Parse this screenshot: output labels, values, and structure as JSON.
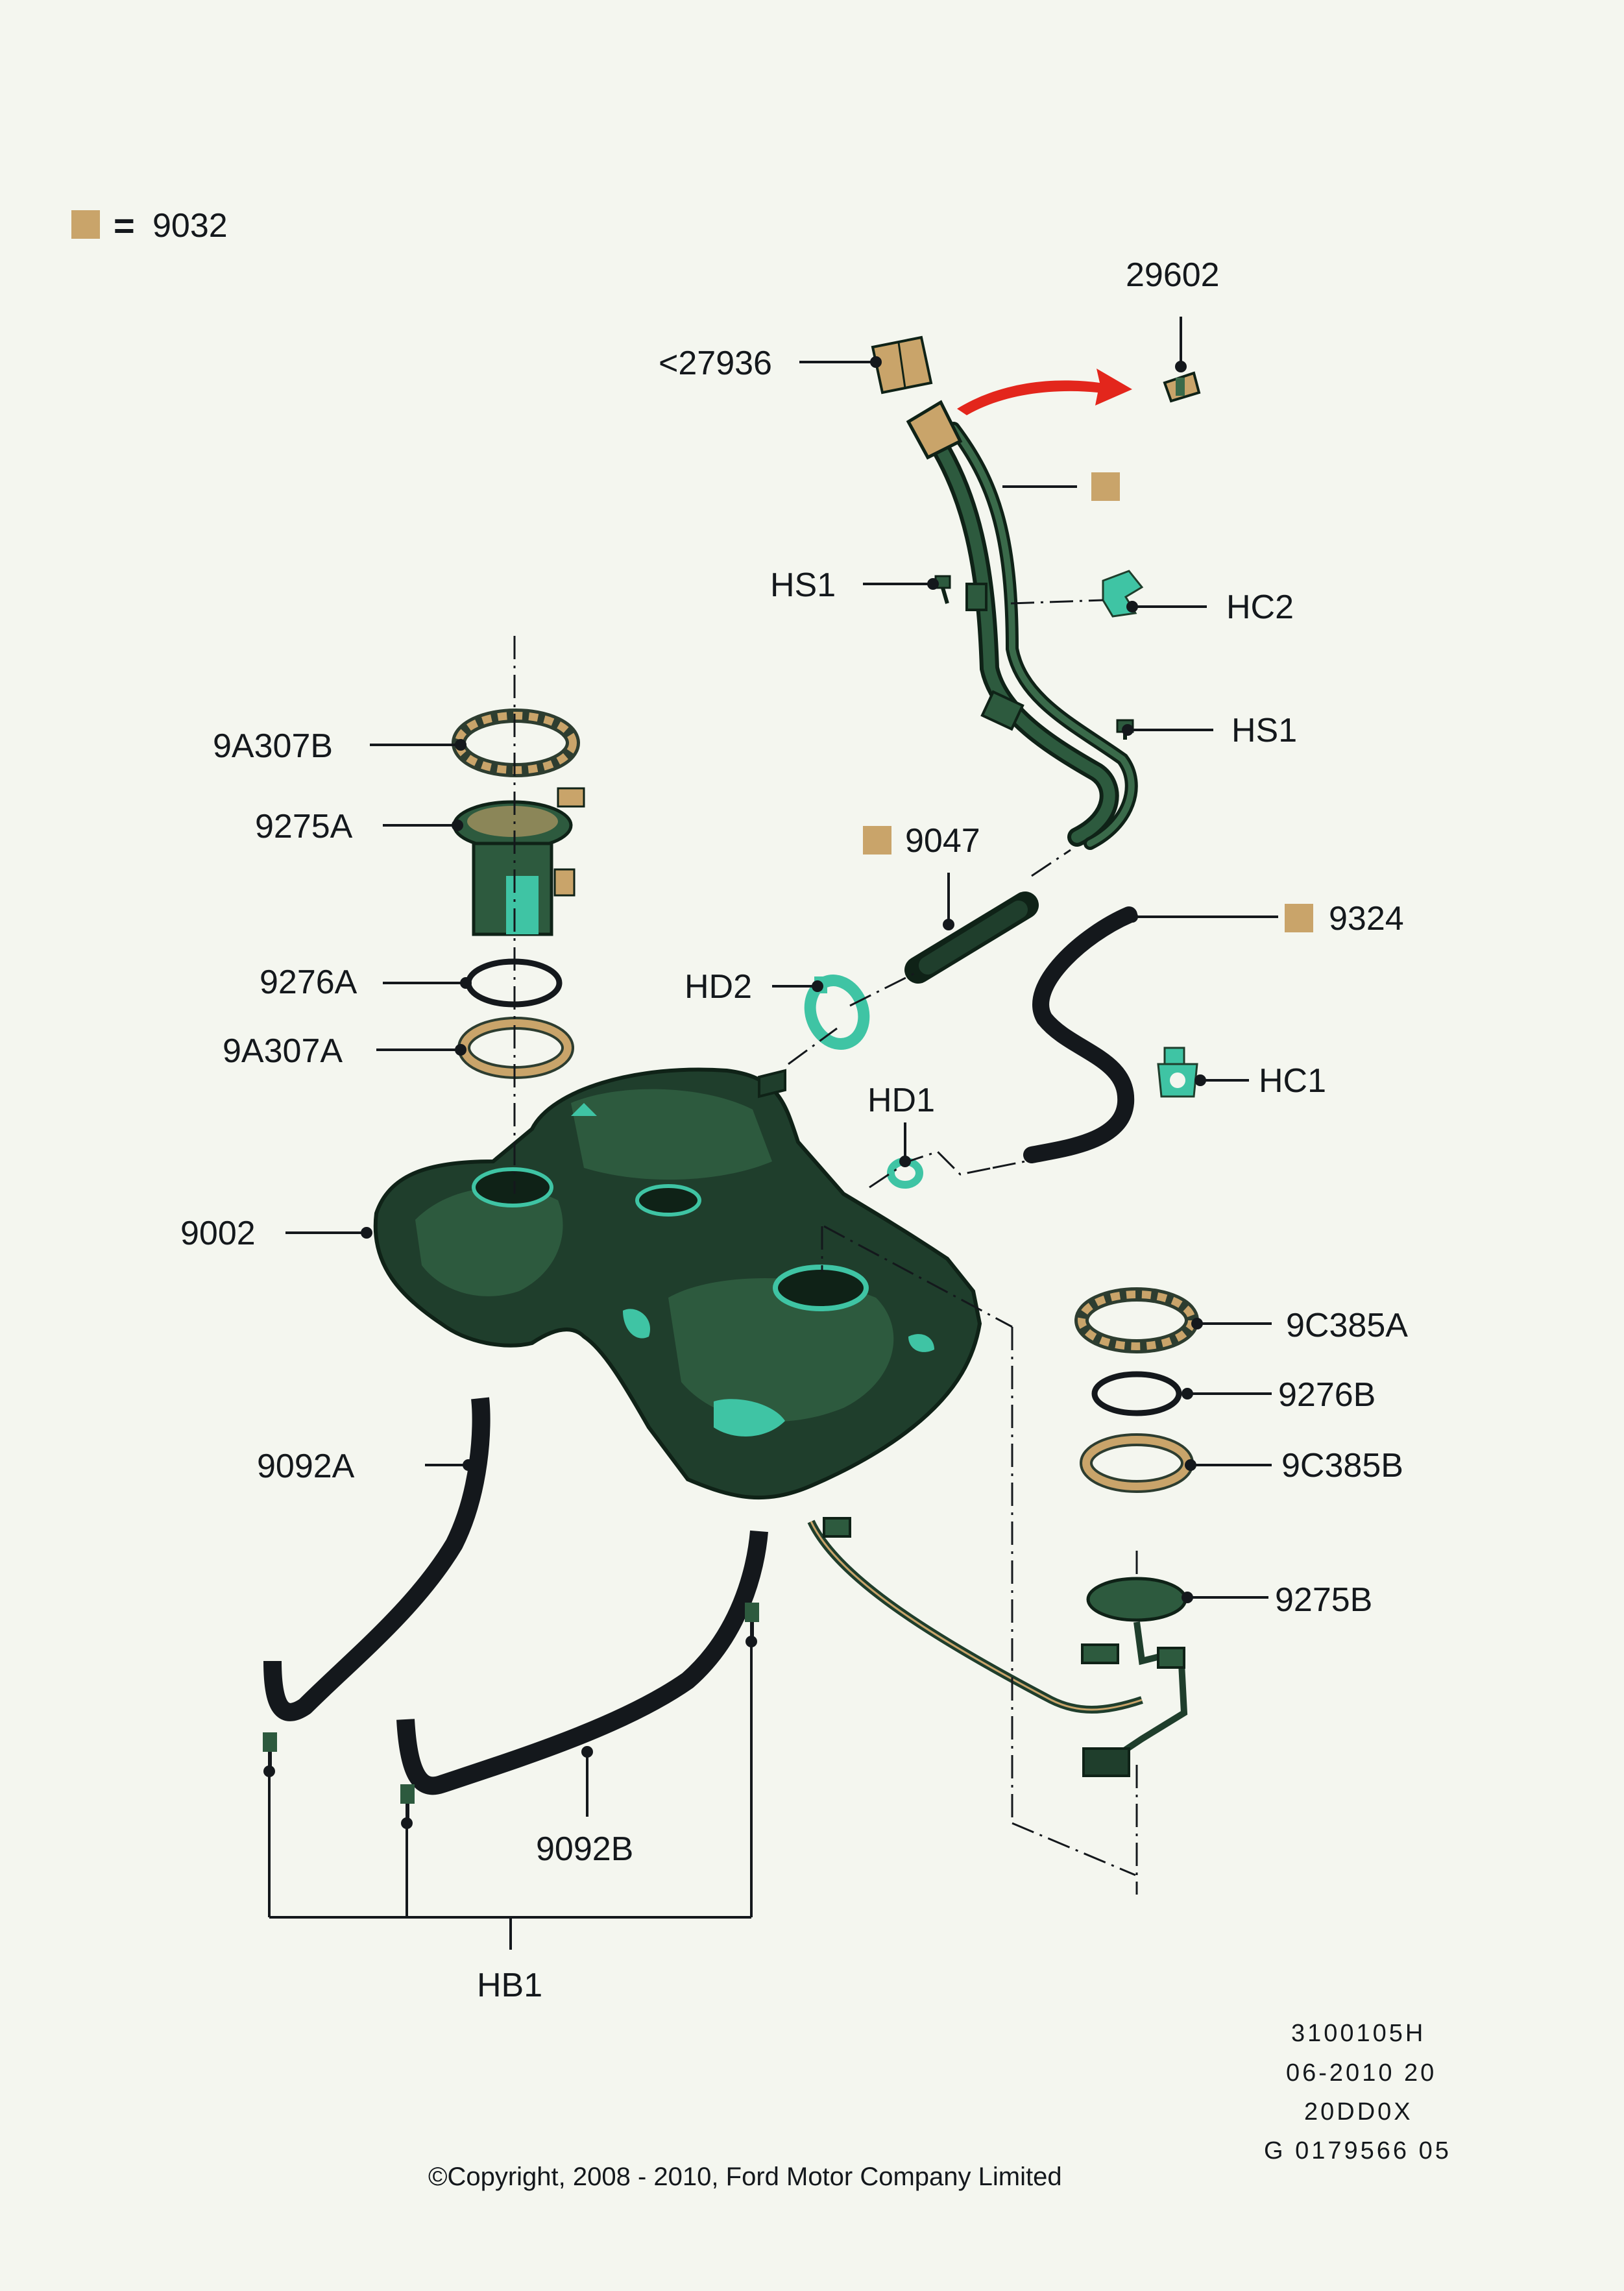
{
  "legend": {
    "symbol": "=",
    "code": "9032",
    "swatch_color": "#c9a46a"
  },
  "colors": {
    "part_dark": "#1f3e2c",
    "part_mid": "#2d5a3e",
    "accent_cyan": "#3fc4a4",
    "tan": "#c9a46a",
    "arrow_red": "#e3261c",
    "line": "#14181c"
  },
  "labels": {
    "p29602": "29602",
    "p27936": "<27936",
    "hs1_top": "HS1",
    "hc2": "HC2",
    "hs1_right": "HS1",
    "p9a307b": "9A307B",
    "p9275a": "9275A",
    "p9047": "9047",
    "p9324": "9324",
    "p9276a": "9276A",
    "hd2": "HD2",
    "p9a307a": "9A307A",
    "hc1": "HC1",
    "hd1": "HD1",
    "p9002": "9002",
    "p9c385a": "9C385A",
    "p9276b": "9276B",
    "p9092a": "9092A",
    "p9c385b": "9C385B",
    "p9275b": "9275B",
    "p9092b": "9092B",
    "hb1": "HB1"
  },
  "meta": {
    "line1": "3100105H",
    "line2": "06-2010 20",
    "line3": "20DD0X",
    "line4": "G 0179566 05"
  },
  "copyright": "©Copyright, 2008 - 2010, Ford Motor Company Limited"
}
